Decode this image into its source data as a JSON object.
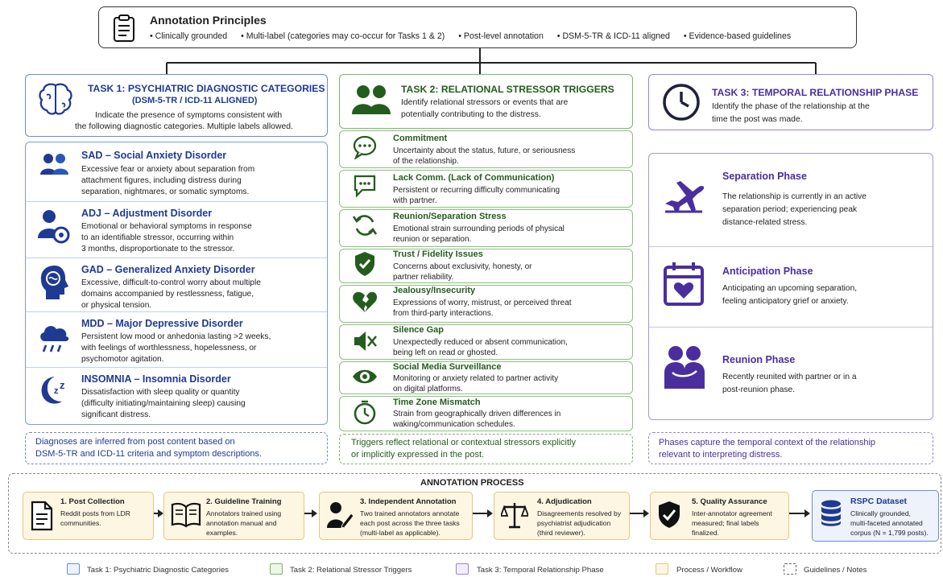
{
  "principles": {
    "title": "Annotation Principles",
    "items": [
      "Clinically grounded",
      "Multi-label (categories may co-occur for Tasks 1 & 2)",
      "Post-level annotation",
      "DSM-5-TR & ICD-11 aligned",
      "Evidence-based guidelines"
    ]
  },
  "task1": {
    "title": "TASK 1: PSYCHIATRIC DIAGNOSTIC CATEGORIES",
    "subtitle": "(DSM-5-TR / ICD-11 ALIGNED)",
    "desc1": "Indicate the presence of symptoms consistent with",
    "desc2": "the following diagnostic categories. Multiple labels allowed.",
    "items": [
      {
        "title": "SAD – Social Anxiety Disorder",
        "lines": [
          "Excessive fear or anxiety about separation from",
          "attachment figures, including distress during",
          "separation, nightmares, or somatic symptoms."
        ]
      },
      {
        "title": "ADJ – Adjustment Disorder",
        "lines": [
          "Emotional or behavioral symptoms in response",
          "to an identifiable stressor, occurring within",
          "3 months, disproportionate to the stressor."
        ]
      },
      {
        "title": "GAD – Generalized Anxiety Disorder",
        "lines": [
          "Excessive, difficult-to-control worry about multiple",
          "domains accompanied by restlessness, fatigue,",
          "or physical tension."
        ]
      },
      {
        "title": "MDD – Major Depressive Disorder",
        "lines": [
          "Persistent low mood or anhedonia lasting >2 weeks,",
          "with feelings of worthlessness, hopelessness, or",
          "psychomotor agitation."
        ]
      },
      {
        "title": "INSOMNIA – Insomnia Disorder",
        "lines": [
          "Dissatisfaction with sleep quality or quantity",
          "(difficulty initiating/maintaining sleep) causing",
          "significant distress."
        ]
      }
    ],
    "note1": "Diagnoses are inferred from post content based on",
    "note2": "DSM-5-TR and ICD-11 criteria and symptom descriptions."
  },
  "task2": {
    "title": "TASK 2: RELATIONAL STRESSOR TRIGGERS",
    "desc1": "Identify relational stressors or events that are",
    "desc2": "potentially contributing to the distress.",
    "items": [
      {
        "title": "Commitment",
        "lines": [
          "Uncertainty about the status, future, or seriousness",
          "of the relationship."
        ]
      },
      {
        "title": "Lack Comm.  (Lack of Communication)",
        "lines": [
          "Persistent or recurring difficulty communicating",
          "with partner."
        ]
      },
      {
        "title": "Reunion/Separation Stress",
        "lines": [
          "Emotional strain surrounding periods of physical",
          "reunion or separation."
        ]
      },
      {
        "title": "Trust / Fidelity Issues",
        "lines": [
          "Concerns about exclusivity, honesty, or",
          "partner reliability."
        ]
      },
      {
        "title": "Jealousy/Insecurity",
        "lines": [
          "Expressions of worry, mistrust, or perceived threat",
          "from third-party interactions."
        ]
      },
      {
        "title": "Silence Gap",
        "lines": [
          "Unexpectedly reduced or absent communication,",
          "being left on read or ghosted."
        ]
      },
      {
        "title": "Social Media Surveillance",
        "lines": [
          "Monitoring or anxiety related to partner activity",
          "on digital platforms."
        ]
      },
      {
        "title": "Time Zone Mismatch",
        "lines": [
          "Strain from geographically driven differences in",
          "waking/communication schedules."
        ]
      }
    ],
    "note1": "Triggers reflect relational or contextual stressors explicitly",
    "note2": "or implicitly expressed in the post."
  },
  "task3": {
    "title": "TASK 3: TEMPORAL RELATIONSHIP PHASE",
    "desc1": "Identify the phase of the relationship at the",
    "desc2": "time the post was made.",
    "items": [
      {
        "title": "Separation Phase",
        "lines": [
          "The relationship is currently in an active",
          "separation period; experiencing peak",
          "distance-related stress."
        ]
      },
      {
        "title": "Anticipation Phase",
        "lines": [
          "Anticipating an upcoming separation,",
          "feeling anticipatory grief or anxiety."
        ]
      },
      {
        "title": "Reunion Phase",
        "lines": [
          "Recently reunited with partner or in a",
          "post-reunion phase."
        ]
      }
    ],
    "note1": "Phases capture the temporal context of the relationship",
    "note2": "relevant to interpreting distress."
  },
  "process": {
    "title": "ANNOTATION PROCESS",
    "steps": [
      {
        "title": "1. Post Collection",
        "lines": [
          "Reddit posts from LDR",
          "communities."
        ]
      },
      {
        "title": "2. Guideline Training",
        "lines": [
          "Annotators trained using",
          "annotation manual and",
          "examples."
        ]
      },
      {
        "title": "3. Independent Annotation",
        "lines": [
          "Two trained annotators annotate",
          "each post across the three tasks",
          "(multi-label as applicable)."
        ]
      },
      {
        "title": "4. Adjudication",
        "lines": [
          "Disagreements resolved by",
          "psychiatrist adjudication",
          "(third reviewer)."
        ]
      },
      {
        "title": "5. Quality Assurance",
        "lines": [
          "Inter-annotator agreement",
          "measured; final labels",
          "finalized."
        ]
      }
    ],
    "dataset": {
      "title": "RSPC Dataset",
      "lines": [
        "Clinically grounded,",
        "multi-faceted annotated",
        "corpus (N = 1,799 posts)."
      ]
    }
  },
  "legend": [
    "Task 1: Psychiatric Diagnostic Categories",
    "Task 2: Relational Stressor Triggers",
    "Task 3: Temporal Relationship Phase",
    "Process / Workflow",
    "Guidelines / Notes"
  ],
  "colors": {
    "task1": "#1f3a93",
    "task2": "#245c1e",
    "task3": "#4b2e9e",
    "process": "#fdf6e3"
  }
}
